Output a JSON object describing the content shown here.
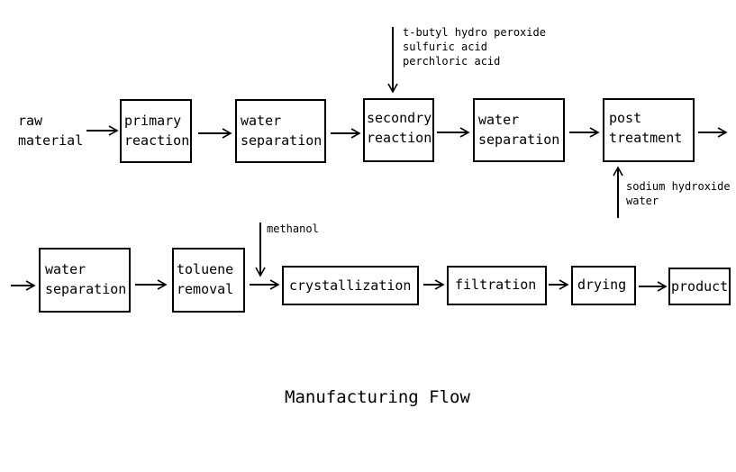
{
  "inputs": {
    "raw_material": [
      "raw",
      "material"
    ],
    "oxidants": [
      "t-butyl hydro peroxide",
      "sulfuric acid",
      "perchloric acid"
    ],
    "neutralizer": [
      "sodium hydroxide",
      "water"
    ],
    "methanol": "methanol"
  },
  "steps": {
    "primary_reaction": [
      "primary",
      "reaction"
    ],
    "water_separation_1": [
      "water",
      "separation"
    ],
    "secondary_reaction": [
      "secondry",
      "reaction"
    ],
    "water_separation_2": [
      "water",
      "separation"
    ],
    "post_treatment": [
      "post",
      "treatment"
    ],
    "water_separation_3": [
      "water",
      "separation"
    ],
    "toluene_removal": [
      "toluene",
      "removal"
    ],
    "crystallization": "crystallization",
    "filtration": "filtration",
    "drying": "drying",
    "product": "product"
  },
  "caption": "Manufacturing Flow"
}
